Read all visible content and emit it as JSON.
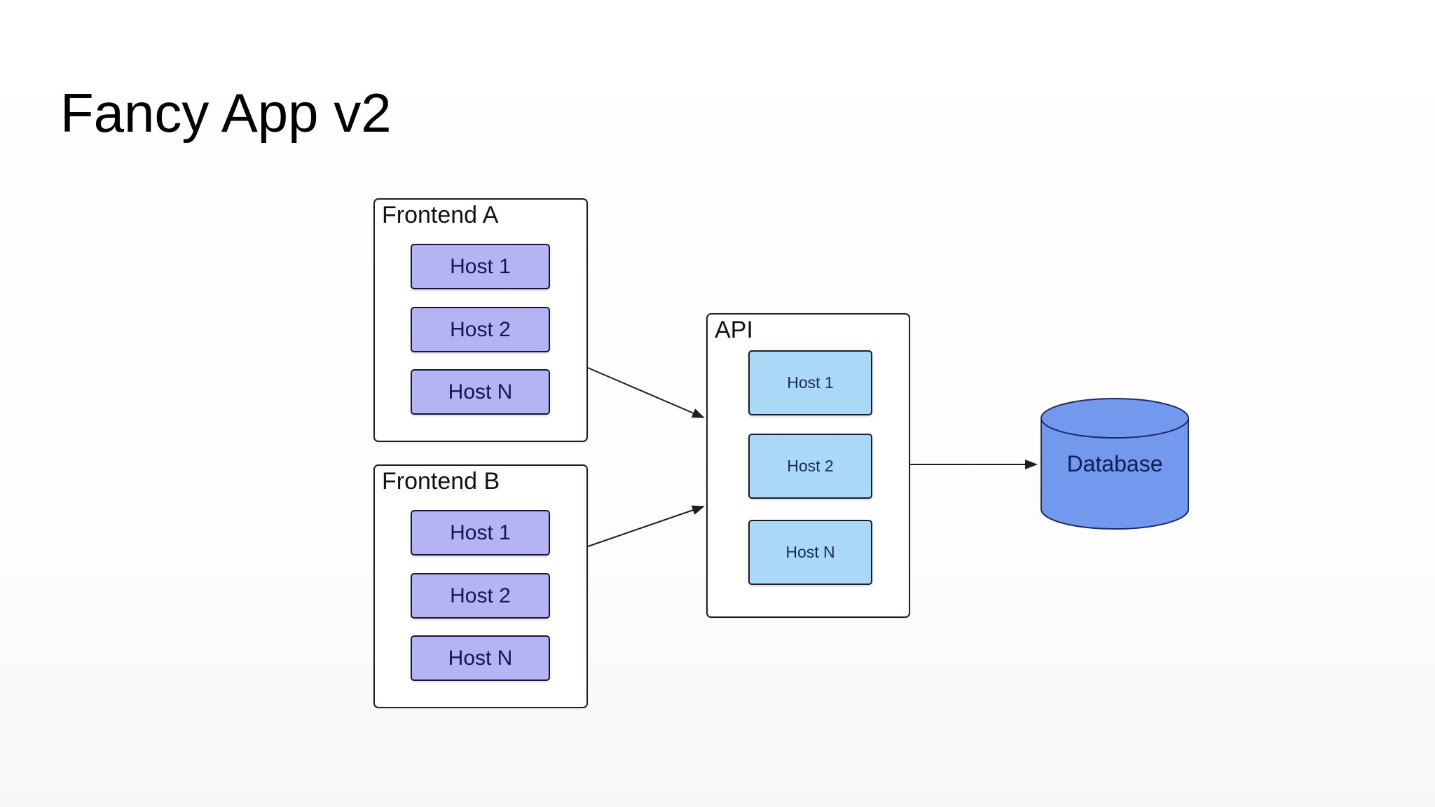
{
  "title": "Fancy App v2",
  "diagram": {
    "groups": [
      {
        "label": "Frontend A",
        "hosts": [
          "Host 1",
          "Host 2",
          "Host N"
        ]
      },
      {
        "label": "Frontend B",
        "hosts": [
          "Host 1",
          "Host 2",
          "Host N"
        ]
      },
      {
        "label": "API",
        "hosts": [
          "Host 1",
          "Host 2",
          "Host N"
        ]
      }
    ],
    "database": {
      "label": "Database"
    },
    "edges": [
      {
        "from": "Frontend A",
        "to": "API"
      },
      {
        "from": "Frontend B",
        "to": "API"
      },
      {
        "from": "API",
        "to": "Database"
      }
    ],
    "colors": {
      "title_text": "#000000",
      "label_text": "#111111",
      "group_border": "#1f1f1f",
      "frontend_host_fill": "#b4b4f2",
      "frontend_host_border": "#16163c",
      "frontend_host_text": "#15154e",
      "api_host_fill": "#a9d9f7",
      "api_host_border": "#1c1c28",
      "api_host_text": "#1b2a52",
      "database_fill": "#7399ee",
      "database_stroke": "#1b2a6b",
      "database_text": "#101d54",
      "arrow": "#1f1f1f"
    }
  }
}
